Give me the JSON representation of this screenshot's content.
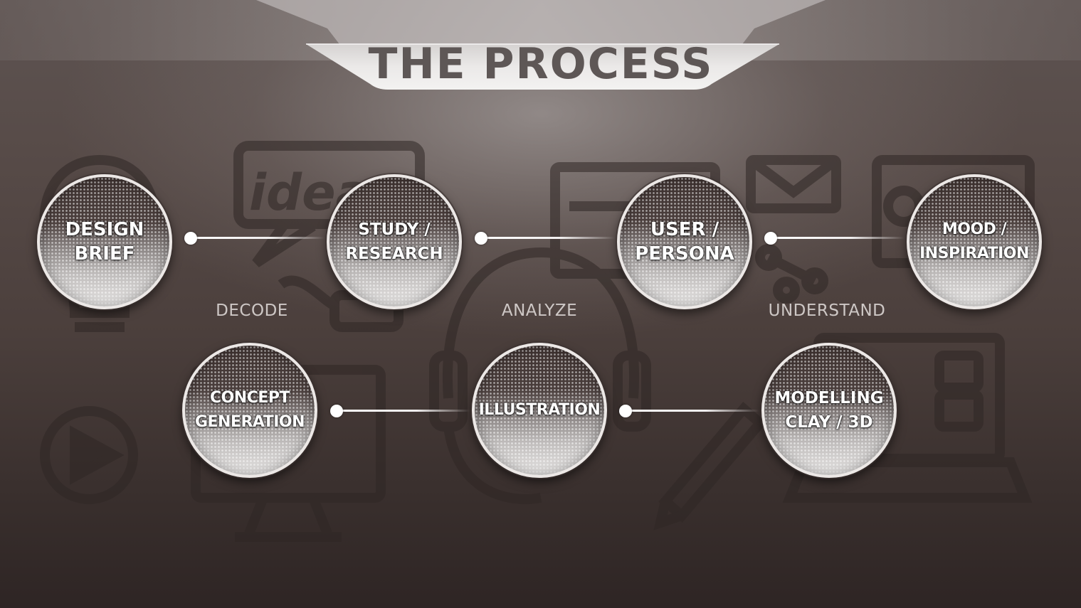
{
  "title": "THE PROCESS",
  "nodes": [
    {
      "line1": "DESIGN",
      "line2": "BRIEF"
    },
    {
      "line1": "STUDY /",
      "line2": "RESEARCH"
    },
    {
      "line1": "USER /",
      "line2": "PERSONA"
    },
    {
      "line1": "MOOD /",
      "line2": "INSPIRATION"
    },
    {
      "line1": "CONCEPT",
      "line2": "GENERATION"
    },
    {
      "line1": "ILLUSTRATION",
      "line2": ""
    },
    {
      "line1": "MODELLING",
      "line2": "CLAY / 3D"
    }
  ],
  "phases": [
    "DECODE",
    "ANALYZE",
    "UNDERSTAND"
  ],
  "background_icons": {
    "ideas_bubble_text": "ideas",
    "at_symbol": "@"
  },
  "colors": {
    "title": "#5e5756",
    "banner": "#ebe9e8",
    "node_border": "#ece8e6",
    "connector": "#ffffff",
    "phase_text": "#e4dfdd"
  }
}
